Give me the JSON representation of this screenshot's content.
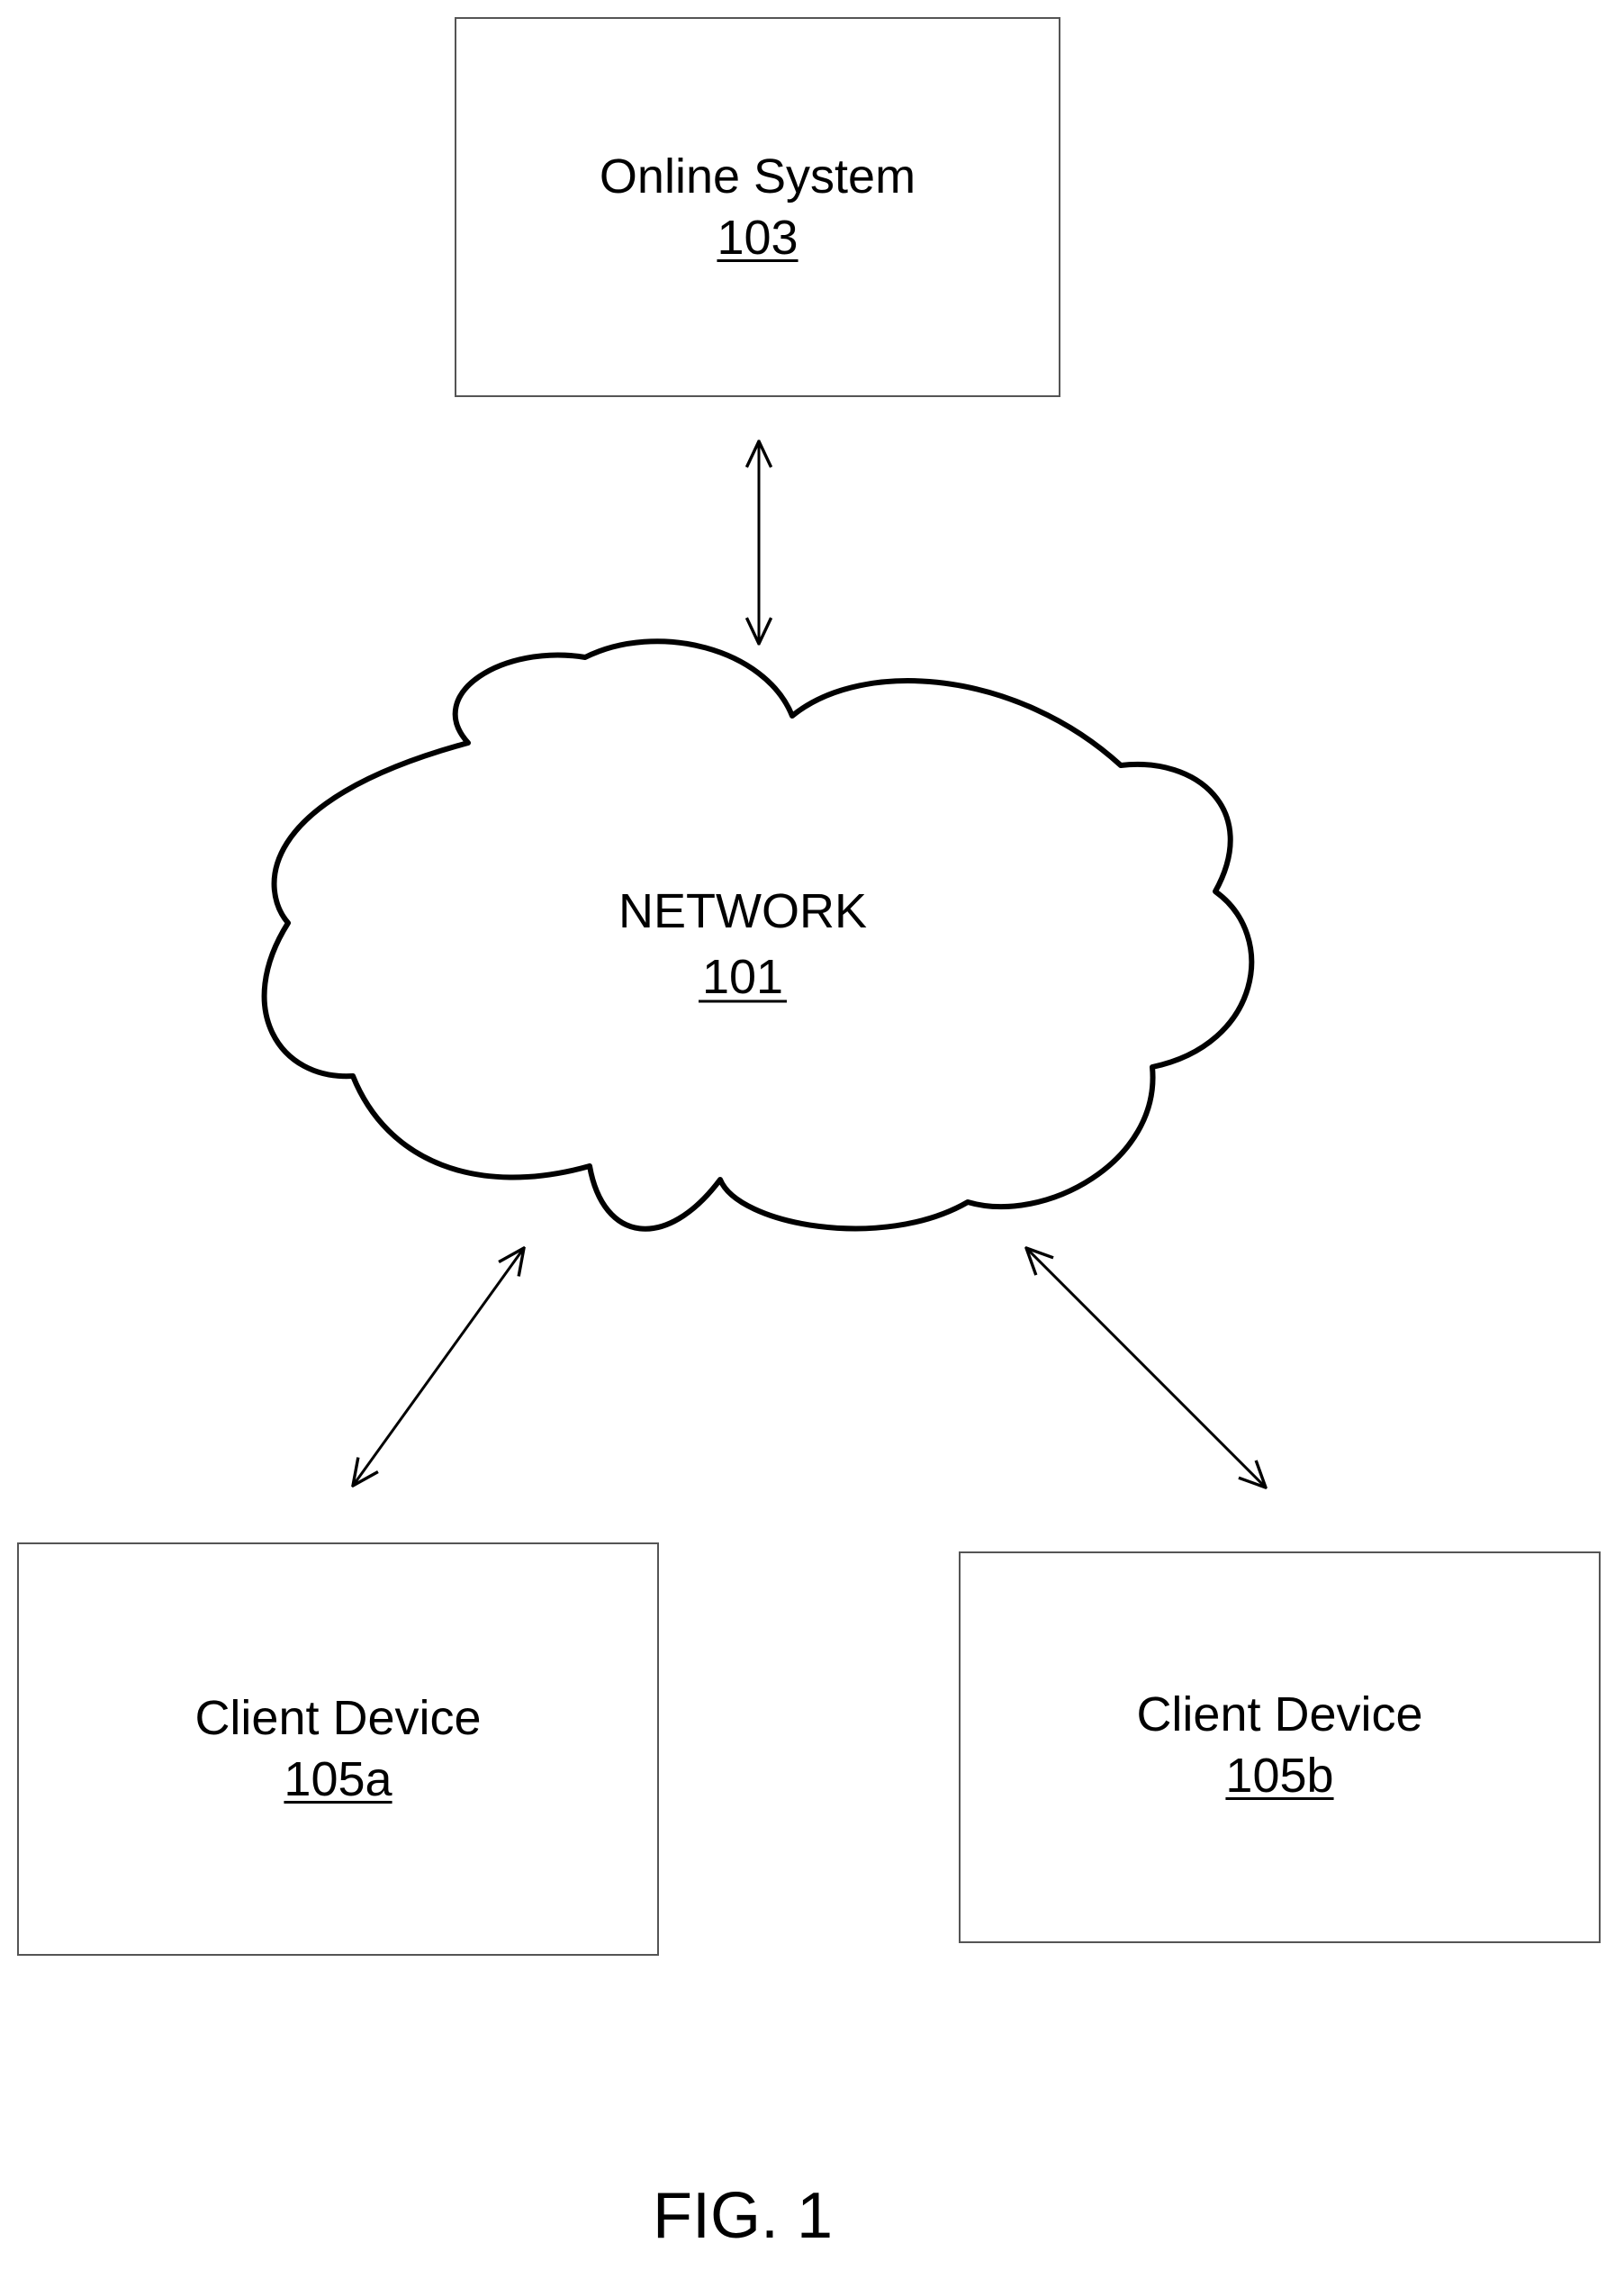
{
  "online_system": {
    "label": "Online System",
    "ref": "103"
  },
  "network": {
    "label": "NETWORK",
    "ref": "101"
  },
  "client_a": {
    "label": "Client Device",
    "ref": "105a"
  },
  "client_b": {
    "label": "Client Device",
    "ref": "105b"
  },
  "caption": "FIG. 1"
}
